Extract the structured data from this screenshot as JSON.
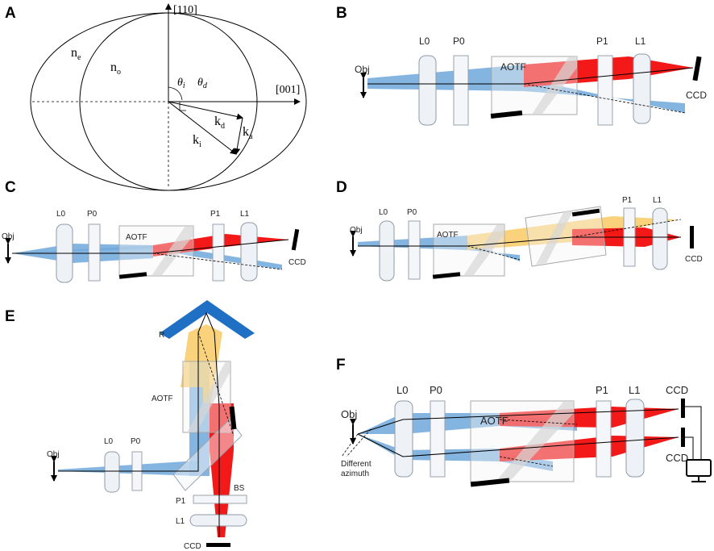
{
  "panels": {
    "a": {
      "label": "A",
      "axis_110": "[110]",
      "axis_001": "[001]",
      "n_e": "n",
      "n_e_sub": "e",
      "n_o": "n",
      "n_o_sub": "o",
      "theta_i": "θ",
      "theta_i_sub": "i",
      "theta_d": "θ",
      "theta_d_sub": "d",
      "k_d": "k",
      "k_d_sub": "d",
      "k_i": "k",
      "k_i_sub": "i",
      "k_a": "k",
      "k_a_sub": "a"
    },
    "b": {
      "label": "B",
      "obj": "Obj",
      "l0": "L0",
      "p0": "P0",
      "aotf": "AOTF",
      "p1": "P1",
      "l1": "L1",
      "ccd": "CCD"
    },
    "c": {
      "label": "C",
      "obj": "Obj",
      "l0": "L0",
      "p0": "P0",
      "aotf": "AOTF",
      "p1": "P1",
      "l1": "L1",
      "ccd": "CCD"
    },
    "d": {
      "label": "D",
      "obj": "Obj",
      "l0": "L0",
      "p0": "P0",
      "aotf": "AOTF",
      "p1": "P1",
      "l1": "L1",
      "ccd": "CCD"
    },
    "e": {
      "label": "E",
      "r": "R",
      "aotf": "AOTF",
      "obj": "Obj",
      "l0": "L0",
      "p0": "P0",
      "bs": "BS",
      "p1": "P1",
      "l1": "L1",
      "ccd": "CCD"
    },
    "f": {
      "label": "F",
      "obj": "Obj",
      "l0": "L0",
      "p0": "P0",
      "aotf": "AOTF",
      "p1": "P1",
      "l1": "L1",
      "ccd_top": "CCD",
      "ccd_bottom": "CCD",
      "azimuth_line1": "Different",
      "azimuth_line2": "azimuth"
    }
  },
  "colors": {
    "blue_beam": "#6fa8dc",
    "red_beam": "#f20d0d",
    "yellow_beam": "#f7c75a",
    "retroreflector": "#1f6fc4"
  }
}
